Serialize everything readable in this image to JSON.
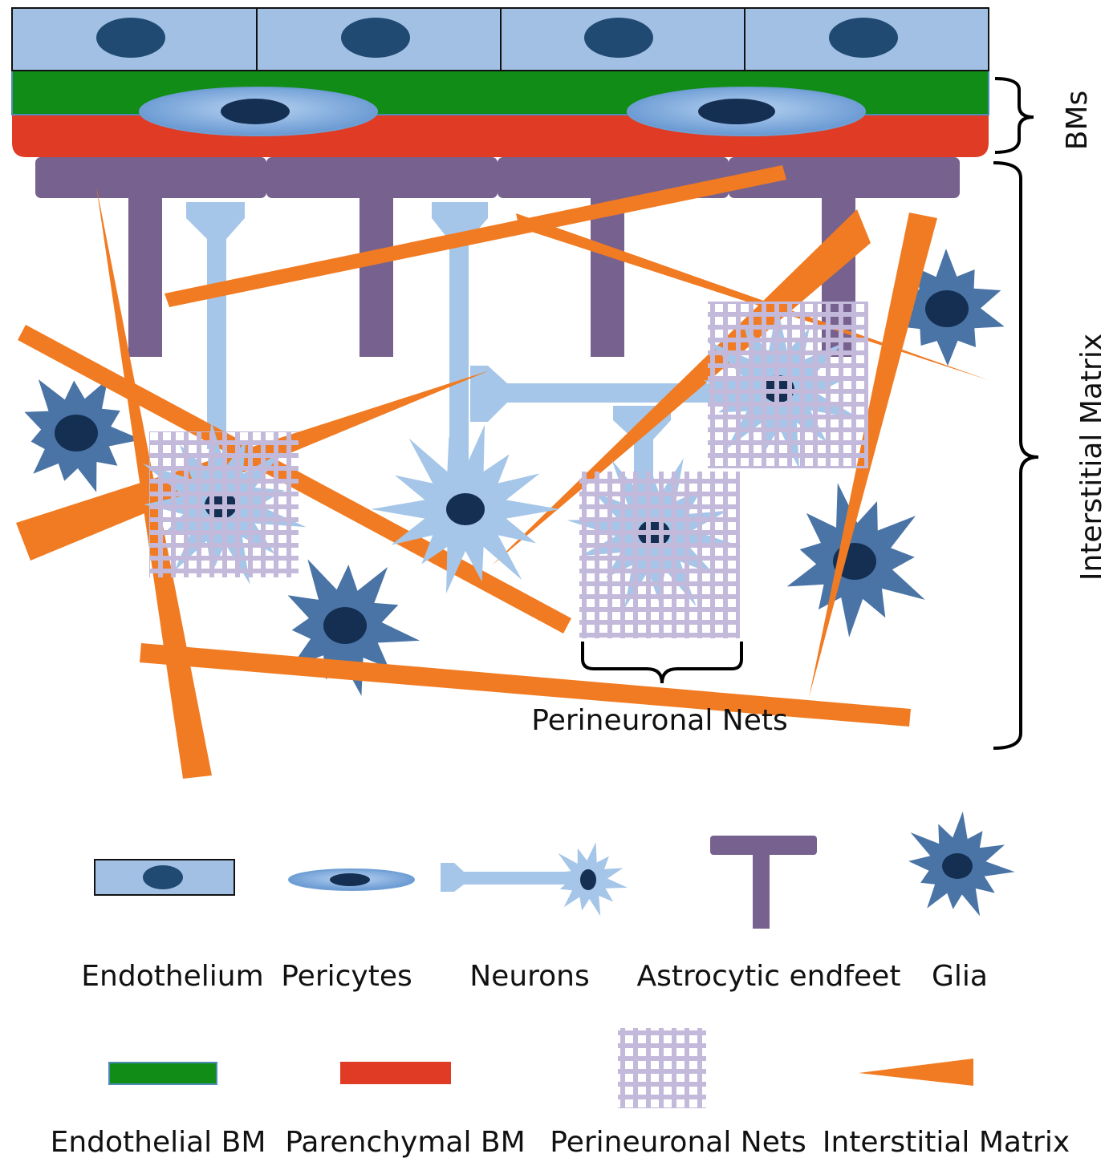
{
  "labels": {
    "bms": "BMs",
    "interstitial_matrix": "Interstitial Matrix",
    "perineuronal_nets": "Perineuronal Nets"
  },
  "legend": {
    "row1": [
      "Endothelium",
      "Pericytes",
      "Neurons",
      "Astrocytic endfeet",
      "Glia"
    ],
    "row2": [
      "Endothelial BM",
      "Parenchymal BM",
      "Perineuronal Nets",
      "Interstitial Matrix"
    ]
  },
  "colors": {
    "endothelium": "#a2c0e4",
    "endothelium_nucleus": "#214a73",
    "endothelial_bm": "#118c17",
    "parenchymal_bm": "#e03b24",
    "pericyte": "#7aa8db",
    "astrocyte": "#77618f",
    "neuron": "#a5c6e8",
    "neuron_nucleus": "#142f52",
    "glia": "#4a74a6",
    "pnn": "#c3b9da",
    "interstitial_matrix": "#f17b22"
  },
  "icons": [
    "endothelium-icon",
    "pericyte-icon",
    "neuron-icon",
    "astrocytic-endfoot-icon",
    "glia-icon",
    "endothelial-bm-icon",
    "parenchymal-bm-icon",
    "perineuronal-net-icon",
    "interstitial-matrix-icon"
  ]
}
